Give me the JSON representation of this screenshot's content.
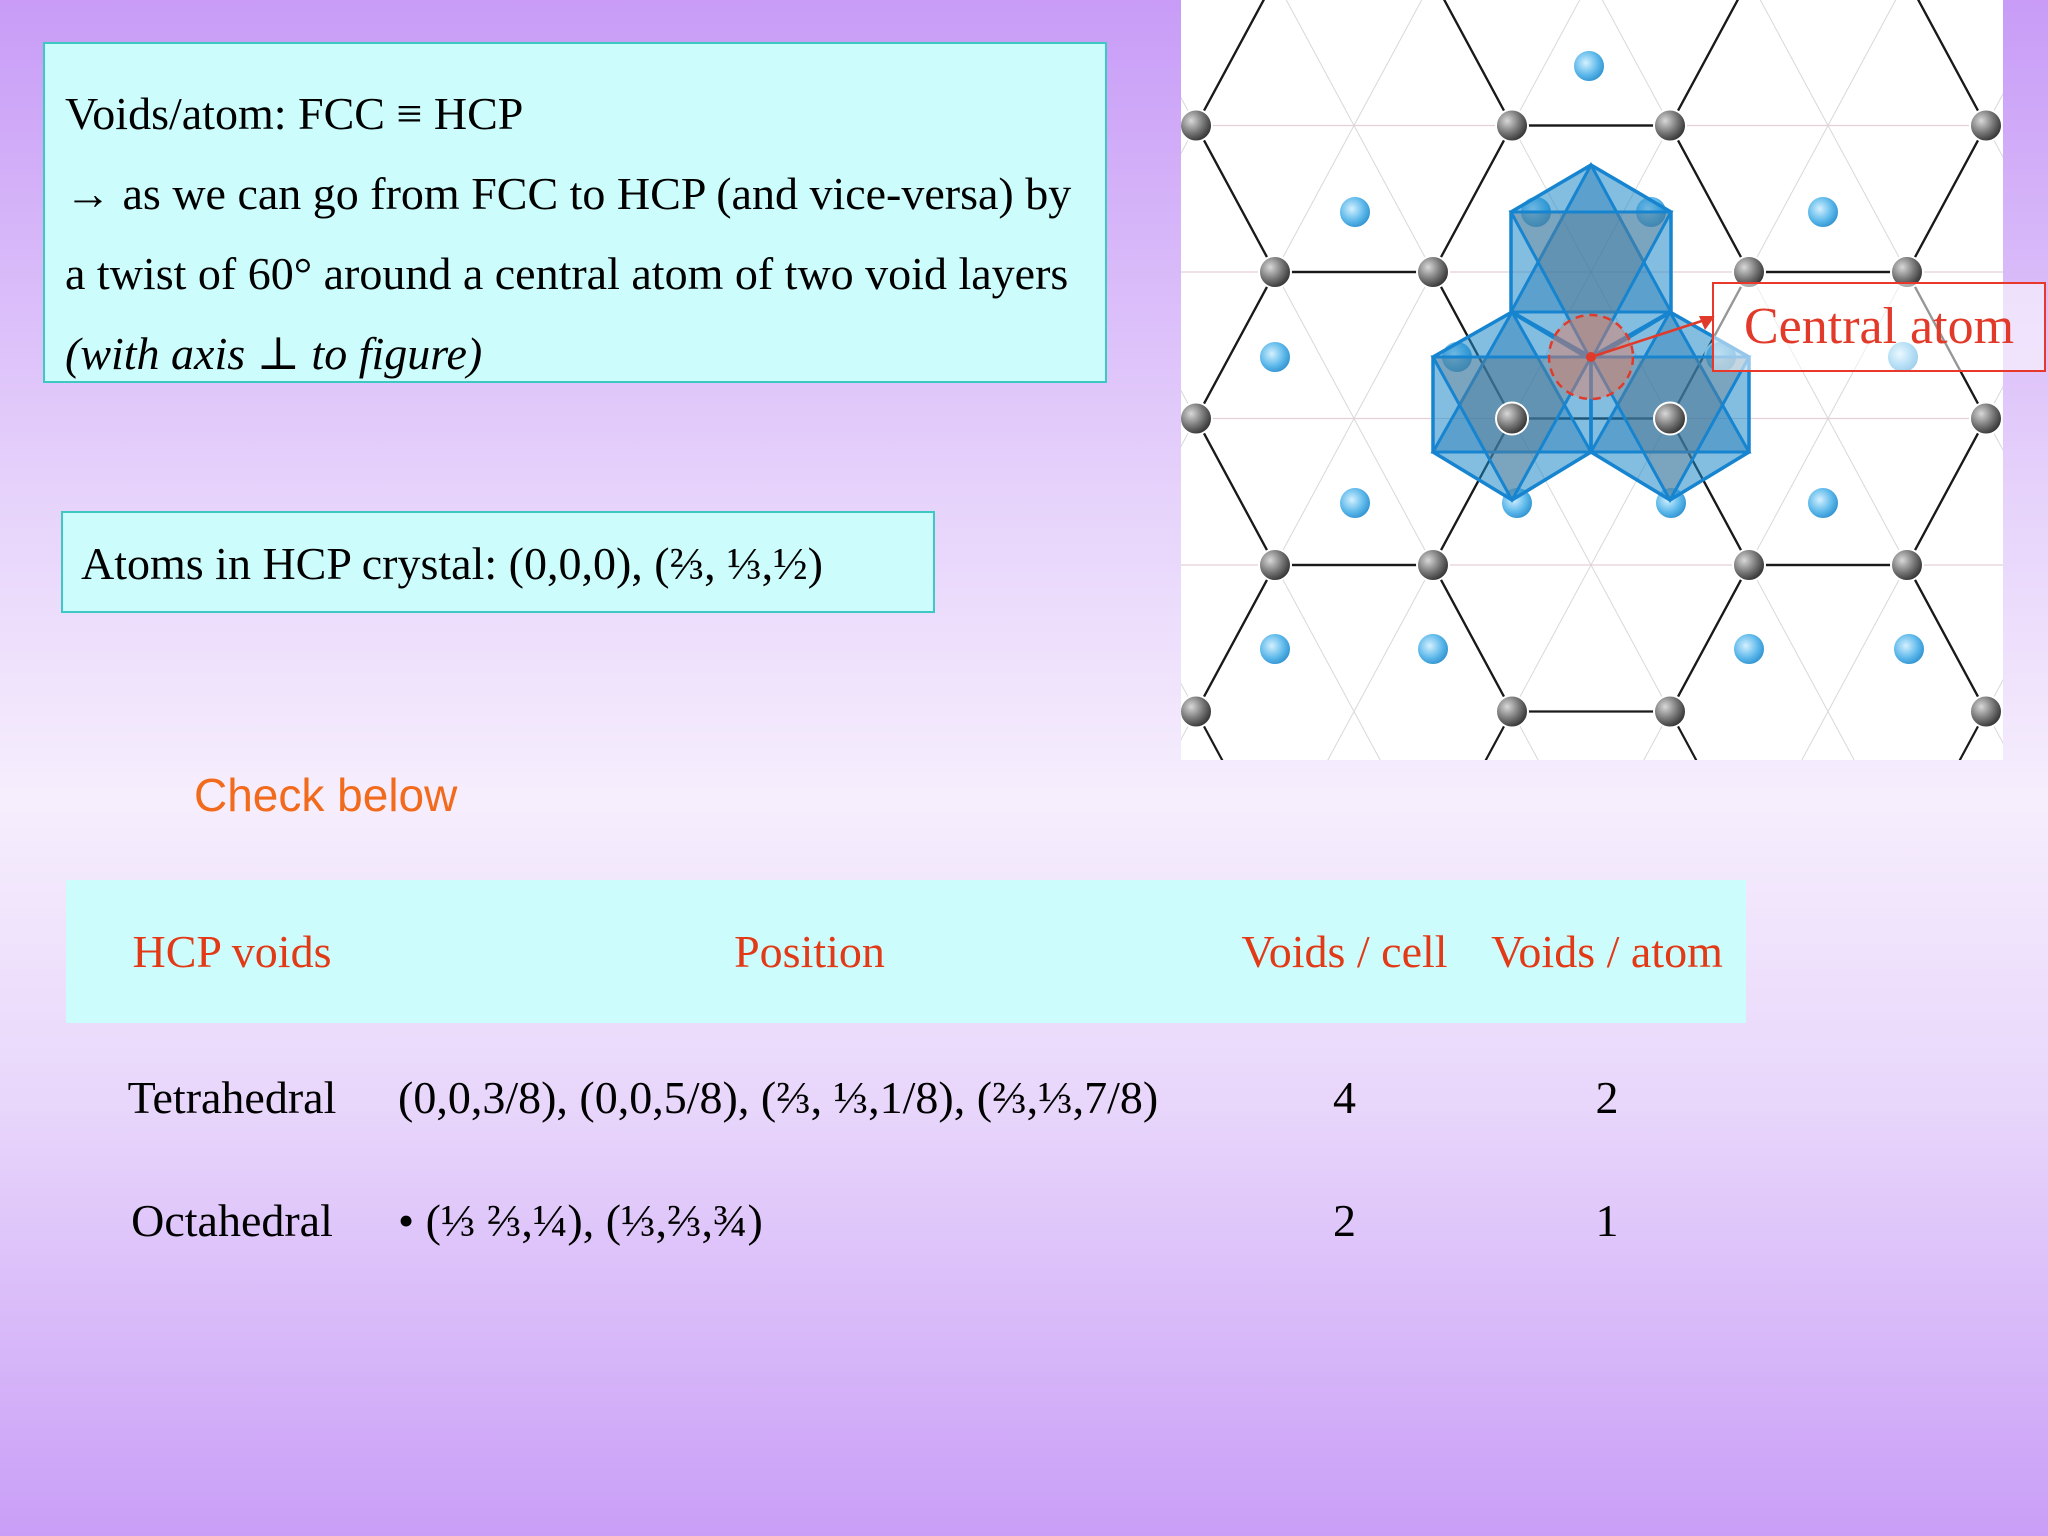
{
  "voids_box": {
    "line1": "Voids/atom: FCC ≡ HCP",
    "line2": "→ as we can go from FCC to HCP (and vice-versa) by a twist of 60° around a central atom of two void layers",
    "line2_italic": "(with axis ⊥ to figure)"
  },
  "atoms_box": {
    "text": "Atoms in HCP crystal: (0,0,0), (⅔, ⅓,½)"
  },
  "check_below": "Check below",
  "figure": {
    "central_atom_label": "Central atom"
  },
  "table": {
    "headers": [
      "HCP voids",
      "Position",
      "Voids / cell",
      "Voids / atom"
    ],
    "rows": [
      {
        "name": "Tetrahedral",
        "position": "(0,0,3/8), (0,0,5/8), (⅔, ⅓,1/8), (⅔,⅓,7/8)",
        "voids_per_cell": "4",
        "voids_per_atom": "2"
      },
      {
        "name": "Octahedral",
        "position": "• (⅓ ⅔,¼), (⅓,⅔,¾)",
        "voids_per_cell": "2",
        "voids_per_atom": "1"
      }
    ]
  },
  "colors": {
    "box_fill": "#ccfcfb",
    "box_border": "#3ec8c4",
    "header_text": "#e23a17",
    "check_below": "#f26a1c",
    "void_blue": "#5cb8ea",
    "polyhedron": "#1e88c8"
  }
}
